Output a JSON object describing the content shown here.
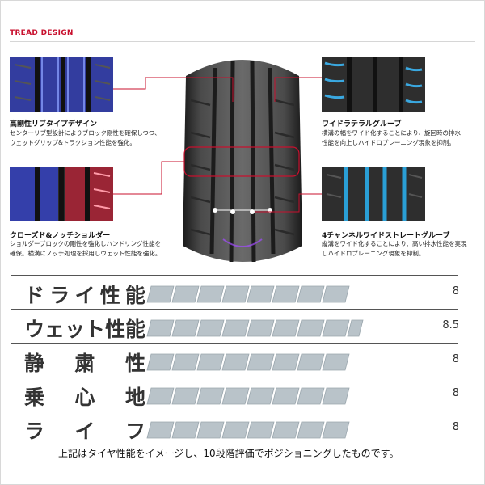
{
  "header": {
    "title": "TREAD DESIGN"
  },
  "features": [
    {
      "title": "高剛性リブタイプデザイン",
      "desc1": "センターリブ型設計によりブロック剛性を確保しつつ、",
      "desc2": "ウェットグリップ&トラクション性能を強化。",
      "accent": "#3a4dff"
    },
    {
      "title": "クローズド&ノッチショルダー",
      "desc1": "ショルダーブロックの剛性を強化しハンドリング性能を",
      "desc2": "確保。横溝にノッチ処理を採用しウェット性能を強化。",
      "accent": "#d6223a"
    },
    {
      "title": "ワイドラテラルグルーブ",
      "desc1": "横溝の幅をワイド化することにより、旋回時の排水",
      "desc2": "性能を向上しハイドロプレーニング現象を抑制。",
      "accent": "#3aa8e0"
    },
    {
      "title": "4チャンネルワイドストレートグルーブ",
      "desc1": "縦溝をワイド化することにより、高い排水性能を実現",
      "desc2": "しハイドロプレーニング現象を抑制。",
      "accent": "#2a9fd6"
    }
  ],
  "ratings": [
    {
      "label": "ドライ性能",
      "chars": [
        "ド",
        "ラ",
        "イ",
        "性",
        "能"
      ],
      "score": "8",
      "value": 8
    },
    {
      "label": "ウェット性能",
      "chars": [
        "ウ",
        "ェ",
        "ッ",
        "ト",
        "性",
        "能"
      ],
      "score": "8.5",
      "value": 8.5
    },
    {
      "label": "静粛性",
      "chars": [
        "静",
        "粛",
        "性"
      ],
      "score": "8",
      "value": 8
    },
    {
      "label": "乗心地",
      "chars": [
        "乗",
        "心",
        "地"
      ],
      "score": "8",
      "value": 8
    },
    {
      "label": "ライフ",
      "chars": [
        "ラ",
        "イ",
        "フ"
      ],
      "score": "8",
      "value": 8
    }
  ],
  "rating_max": 10,
  "colors": {
    "brand": "#c8102e",
    "bar_fill": "#b9c3c9",
    "bar_empty": "#ffffff"
  },
  "footnote": "上記はタイヤ性能をイメージし、10段階評価でポジショニングしたものです。"
}
